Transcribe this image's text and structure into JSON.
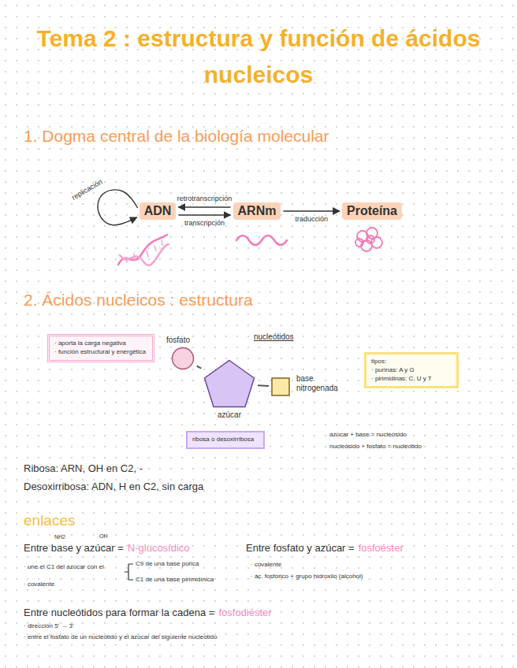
{
  "diagram": {
    "title": "Tema 2 : estructura y función de ácidos nucleicos",
    "nodes": [
      {
        "text": [
          "ADN"
        ]
      },
      {
        "text": [
          "ARNm"
        ]
      },
      {
        "text": [
          "Proteína"
        ]
      },
      {
        "text": [
          "· aporta la carga negativa",
          "· función estructural y energética"
        ]
      },
      {
        "text": [
          "fosfato"
        ]
      },
      {
        "text": [
          "azúcar"
        ]
      },
      {
        "text": [
          "base nitrogenada"
        ]
      },
      {
        "text": [
          "tipos:",
          "· purinas: A y G",
          "· pirimidinas: C, U y T"
        ]
      },
      {
        "text": [
          "ribosa o desoxirribosa"
        ]
      }
    ],
    "edges": [
      {
        "from": 0,
        "to": 0,
        "label": "replicación",
        "arrow": "to"
      },
      {
        "from": 1,
        "to": 0,
        "label": "retrotranscripción",
        "arrow": "to"
      },
      {
        "from": 0,
        "to": 1,
        "label": "transcripción",
        "arrow": "to"
      },
      {
        "from": 1,
        "to": 2,
        "label": "traducción",
        "arrow": "to"
      },
      {
        "from": 4,
        "to": 5,
        "arrow": "none"
      },
      {
        "from": 5,
        "to": 6,
        "arrow": "none"
      }
    ],
    "labels": [
      "1. Dogma central de la biología molecular",
      "2. Ácidos nucleicos : estructura",
      "nucleótidos",
      "azúcar + base = nucleósido",
      "nucleósido + fosfato = nucleótido",
      "Ribosa: ARN, OH en C2, -",
      "Desoxirribosa: ADN, H en C2, sin carga",
      "enlaces",
      "NH2",
      "OH",
      "Entre base y azúcar =",
      "N-glucosídico",
      "· une el C1 del azúcar con el",
      "C9 de una base púrica",
      "C1 de una base pirimidínica",
      "· covalente",
      "Entre fosfato y azúcar =",
      "fosfoéster",
      "· covalente",
      "· ác. fosfórico + grupo hidroxilo (alcohol)",
      "Entre nucleótidos para formar la cadena =",
      "fosfodiéster",
      "· dirección 5' → 3'",
      "· entre el fosfato de un nucleótido y el azúcar del siguiente nucleótido"
    ]
  }
}
